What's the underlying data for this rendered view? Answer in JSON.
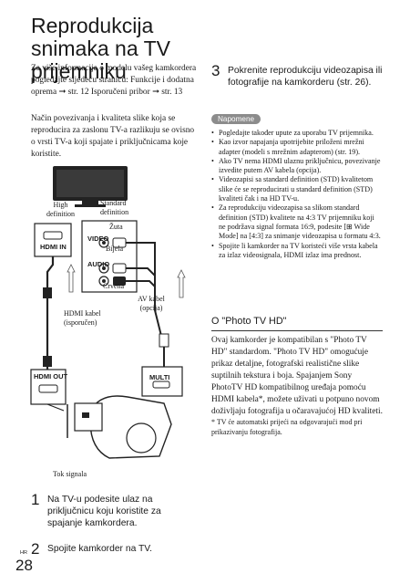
{
  "title": "Reprodukcija snimaka na TV prijemniku",
  "intro": "Za više informacija o modelu vašeg kamkordera pogledajte sljedeću stranicu: Funkcije i dodatna oprema ➞ str. 12 Isporučeni pribor ➞ str. 13",
  "para2": "Način povezivanja i kvaliteta slike koja se reproducira za zaslonu TV-a razlikuju se ovisno o vrsti TV-a koji spajate i priključnicama koje koristite.",
  "diagram": {
    "high_def": "High definition",
    "std_def": "Standard definition",
    "hdmi_in": "HDMI IN",
    "video": "VIDEO",
    "audio": "AUDIO",
    "zuta": "Žuta",
    "bijela": "Bijela",
    "crvena": "Crvena",
    "hdmi_cable": "HDMI kabel (isporučen)",
    "av_cable": "AV kabel (opcija)",
    "hdmi_out": "HDMI OUT",
    "multi": "MULTI",
    "signal_flow": "Tok signala"
  },
  "steps": [
    {
      "num": "1",
      "text": "Na TV-u podesite ulaz na priključnicu koju koristite za spajanje kamkordera."
    },
    {
      "num": "2",
      "text": "Spojite kamkorder na TV."
    },
    {
      "num": "3",
      "text": "Pokrenite reprodukciju videozapisa ili fotografije na kamkorderu (str. 26)."
    }
  ],
  "notes_label": "Napomene",
  "notes": [
    "Pogledajte također upute za uporabu TV prijemnika.",
    "Kao izvor napajanja upotrijebite priloženi mrežni adapter (modeli s mrežnim adapterom) (str. 19).",
    "Ako TV nema HDMI ulaznu priključnicu, povezivanje izvedite putem AV kabela (opcija).",
    "Videozapisi sa standard definition (STD) kvalitetom slike će se reproducirati u standard definition (STD) kvaliteti čak i na HD TV-u.",
    "Za reprodukciju videozapisa sa slikom standard definition (STD) kvalitete na 4:3 TV prijemniku koji ne podržava signal formata 16:9, podesite [⊞ Wide Mode] na [4:3] za snimanje videozapisa u formatu 4:3.",
    "Spojite li kamkorder na TV koristeći više vrsta kabela za izlaz videosignala, HDMI izlaz ima prednost."
  ],
  "photo_heading": "O \"Photo TV HD\"",
  "photo_text": "Ovaj kamkorder je kompatibilan s \"Photo TV HD\" standardom. \"Photo TV HD\" omogućuje prikaz detaljne, fotografski realistične slike suptilnih tekstura i boja. Spajanjem Sony PhotoTV HD kompatibilnog uređaja pomoću HDMI kabela*, možete uživati u potpuno novom doživljaju fotografija u očaravajućoj HD kvaliteti.",
  "photo_foot": "* TV će automatski prijeći na odgovarajući mod pri prikazivanju fotografija.",
  "page_lang": "HR",
  "page_number": "28"
}
